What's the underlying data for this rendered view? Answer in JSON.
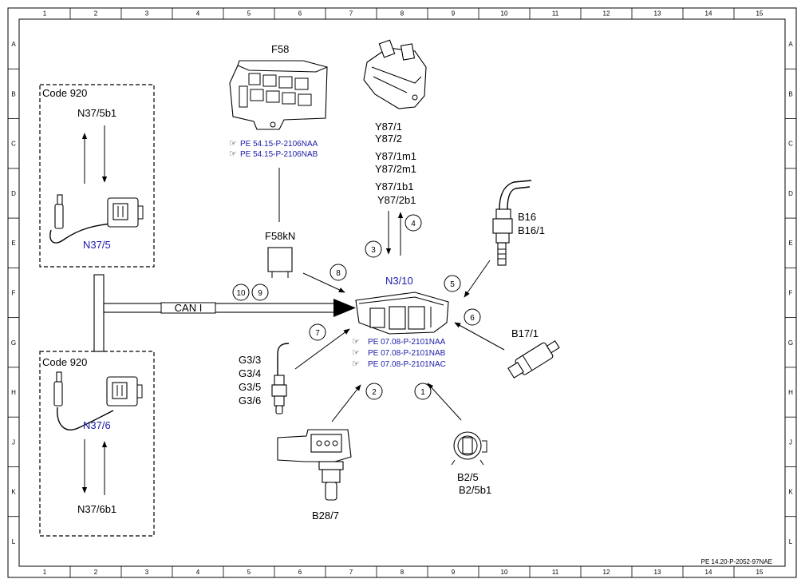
{
  "grid": {
    "columns": [
      "1",
      "2",
      "3",
      "4",
      "5",
      "6",
      "7",
      "8",
      "9",
      "10",
      "11",
      "12",
      "13",
      "14",
      "15"
    ],
    "rows": [
      "A",
      "B",
      "C",
      "D",
      "E",
      "F",
      "G",
      "H",
      "J",
      "K",
      "L"
    ]
  },
  "footer_ref": "PE 14.20-P-2052-97NAE",
  "code_box_top": {
    "title": "Code 920",
    "signal": "N37/5b1",
    "component": "N37/5"
  },
  "code_box_bottom": {
    "title": "Code 920",
    "signal": "N37/6b1",
    "component": "N37/6"
  },
  "can_label": "CAN I",
  "f58": {
    "label": "F58",
    "refs": [
      "PE 54.15-P-2106NAA",
      "PE 54.15-P-2106NAB"
    ],
    "relay_label": "F58kN"
  },
  "y87_labels": [
    "Y87/1",
    "Y87/2",
    "Y87/1m1",
    "Y87/2m1",
    "Y87/1b1",
    "Y87/2b1"
  ],
  "ecu": {
    "label": "N3/10",
    "refs": [
      "PE 07.08-P-2101NAA",
      "PE 07.08-P-2101NAB",
      "PE 07.08-P-2101NAC"
    ]
  },
  "b16_labels": [
    "B16",
    "B16/1"
  ],
  "b17_label": "B17/1",
  "g3_labels": [
    "G3/3",
    "G3/4",
    "G3/5",
    "G3/6"
  ],
  "b28_label": "B28/7",
  "b2_labels": [
    "B2/5",
    "B2/5b1"
  ],
  "callouts": [
    "1",
    "2",
    "3",
    "4",
    "5",
    "6",
    "7",
    "8",
    "9",
    "10"
  ],
  "colors": {
    "link_blue": "#1a1aa8",
    "line": "#000000"
  }
}
